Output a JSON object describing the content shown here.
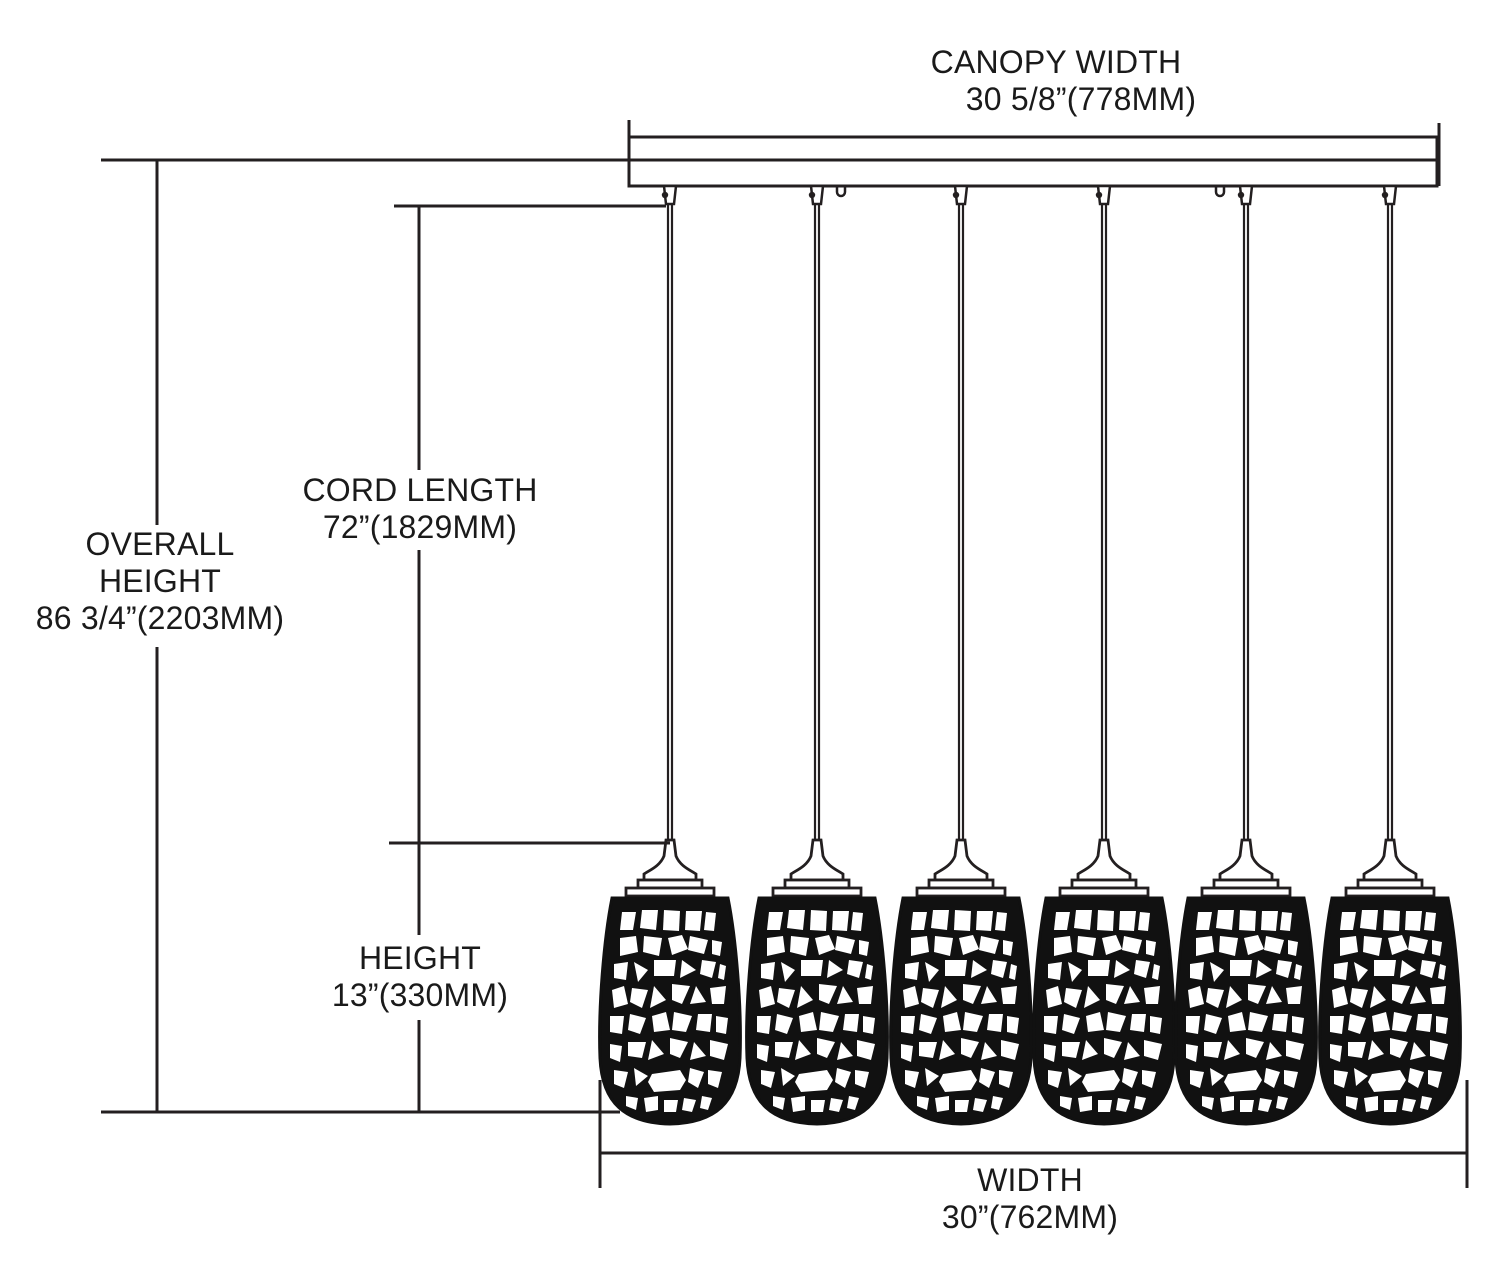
{
  "diagram": {
    "subject": "6-light linear pendant fixture dimension drawing",
    "fixture": {
      "pendant_count": 6,
      "canopy_hooks": 2,
      "shade_pattern": "cut-out mosaic"
    },
    "dimensions": {
      "canopy_width": {
        "label": "CANOPY WIDTH",
        "value": "30 5/8”(778MM)"
      },
      "overall_height": {
        "label_line1": "OVERALL",
        "label_line2": "HEIGHT",
        "value": "86 3/4”(2203MM)"
      },
      "cord_length": {
        "label": "CORD LENGTH",
        "value": "72”(1829MM)"
      },
      "height": {
        "label": "HEIGHT",
        "value": "13”(330MM)"
      },
      "width": {
        "label": "WIDTH",
        "value": "30”(762MM)"
      }
    },
    "colors": {
      "line": "#231f20",
      "background": "#ffffff"
    }
  }
}
